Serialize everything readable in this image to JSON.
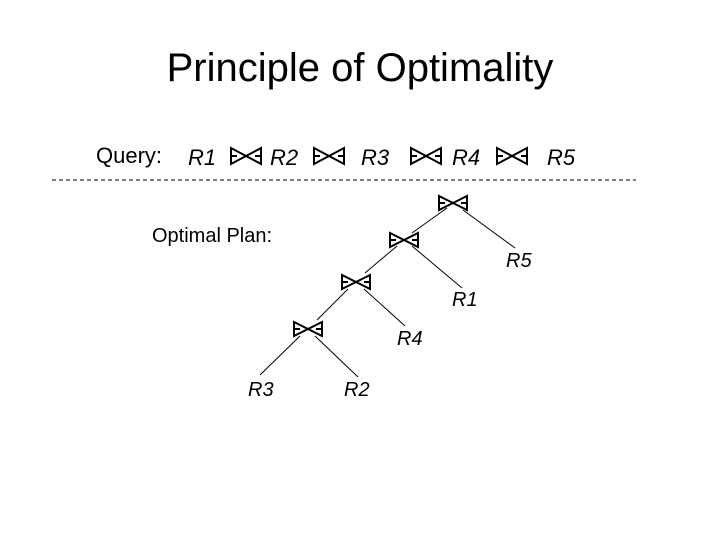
{
  "title": "Principle of Optimality",
  "query": {
    "label": "Query:",
    "relations": [
      "R1",
      "R2",
      "R3",
      "R4",
      "R5"
    ]
  },
  "optimal_plan": {
    "label": "Optimal Plan:",
    "leaves": {
      "r5": "R5",
      "r1": "R1",
      "r4": "R4",
      "r3": "R3",
      "r2": "R2"
    }
  },
  "join_symbol": "bowtie-icon"
}
